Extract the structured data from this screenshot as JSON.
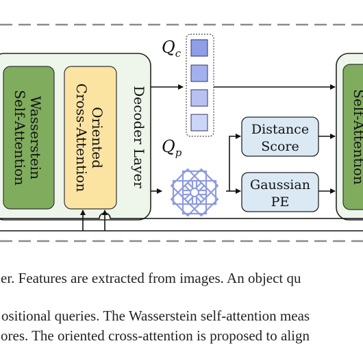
{
  "blocks": {
    "wasserstein": {
      "line1": "Wasserstein",
      "line2": "Self-Attention"
    },
    "oriented": {
      "line1": "Oriented",
      "line2": "Cross-Attention"
    },
    "decoder_layer": "Decoder Layer",
    "distance_score": {
      "line1": "Distance",
      "line2": "Score"
    },
    "gaussian_pe": {
      "line1": "Gaussian",
      "line2": "PE"
    },
    "self_attention_right": "Self-Attention"
  },
  "queries": {
    "content": {
      "base": "Q",
      "sub": "c"
    },
    "positional": {
      "base": "Q",
      "sub": "p"
    }
  },
  "caption": {
    "line1": "er. Features are extracted from images. An object qu",
    "line2": "ositional queries. The Wasserstein self-attention meas",
    "line3": "ores. The oriented cross-attention is proposed to align"
  },
  "colors": {
    "outer_box_fill": "#eef5ea",
    "green_block": "#80ac5e",
    "yellow_block": "#fbe3a2",
    "blue_box": "#dbe9f4",
    "query_cell": "#b8c2f2",
    "star_stroke": "#8e9be0",
    "dash": "#8a8a8a"
  }
}
